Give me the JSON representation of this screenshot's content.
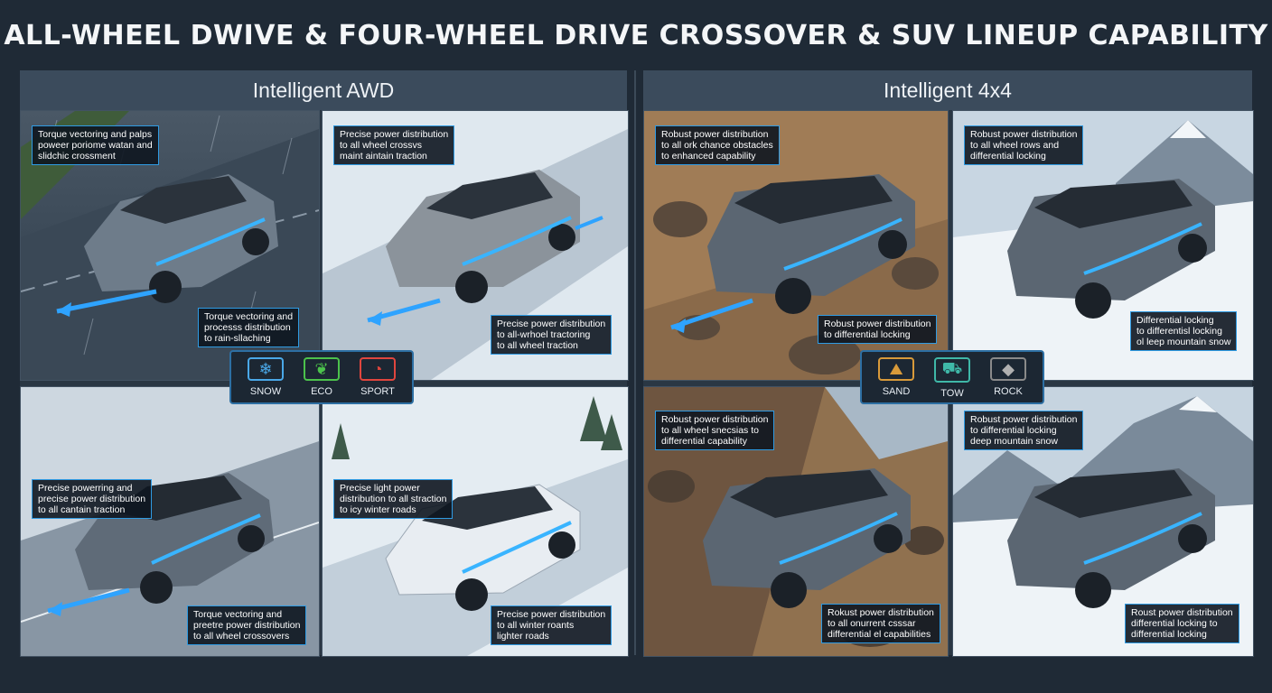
{
  "title": "ALL-WHEEL DWIVE & FOUR-WHEEL DRIVE CROSSOVER & SUV LINEUP CAPABILITY",
  "awd": {
    "header": "Intelligent AWD",
    "panels": [
      {
        "labels": [
          "Torque vectoring and palps\npoweer poriome watan and\nslidchic crossment",
          "Torque vectoring and\nprocesss distribution\nto rain-sllaching"
        ]
      },
      {
        "labels": [
          "Precise power distribution\nto all wheel crossvs\nmaint aintain traction",
          "Precise power distribution\nto all-wrhoel tractoring\nto all wheel traction"
        ]
      },
      {
        "labels": [
          "Precise powerring and\nprecise power distribution\nto all cantain traction",
          "Torque vectoring and\npreetre power distribution\nto all wheel crossovers"
        ]
      },
      {
        "labels": [
          "Precise light power\ndistribution to all straction\nto icy winter roads",
          "Precise power distribution\nto all winter roants\nlighter roads"
        ]
      }
    ],
    "modes": [
      {
        "label": "SNOW",
        "icon": "snowflake-icon",
        "glyph": "❄",
        "color": "#4aa8e8"
      },
      {
        "label": "ECO",
        "icon": "leaf-icon",
        "glyph": "❦",
        "color": "#4cc24c"
      },
      {
        "label": "SPORT",
        "icon": "gauge-icon",
        "glyph": "◔",
        "color": "#e0463e"
      }
    ]
  },
  "fourx4": {
    "header": "Intelligent 4x4",
    "panels": [
      {
        "labels": [
          "Robust power distribution\nto all ork chance obstacles\nto enhanced capability",
          "Robust power distribution\nto differential locking"
        ]
      },
      {
        "labels": [
          "Robust power distribution\nto all wheel rows and\ndifferential locking",
          "Differential locking\nto differentisl locking\nol leep mountain snow"
        ]
      },
      {
        "labels": [
          "Robust power distribution\nto all wheel snecsias to\ndifferential capability",
          "Rokust power distribution\nto all onurrent csssar\ndifferential el capabilities"
        ]
      },
      {
        "labels": [
          "Robust power distribution\nto differential locking\ndeep mountain snow",
          "Roust power distribution\ndifferential locking to\ndifferential locking"
        ]
      }
    ],
    "modes": [
      {
        "label": "SAND",
        "icon": "dune-icon",
        "glyph": "⛰",
        "color": "#d89a3a"
      },
      {
        "label": "TOW",
        "icon": "tow-truck-icon",
        "glyph": "⛟",
        "color": "#3fb8a8"
      },
      {
        "label": "ROCK",
        "icon": "rock-icon",
        "glyph": "◆",
        "color": "#8a8a8a"
      }
    ]
  }
}
